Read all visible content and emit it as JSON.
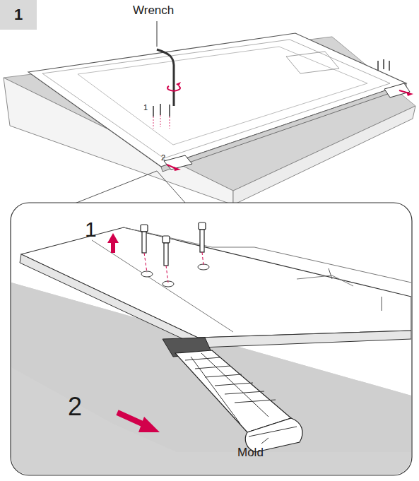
{
  "diagram": {
    "nodes": [
      {
        "text": [
          "1"
        ]
      }
    ],
    "labels": [
      "Wrench",
      "1",
      "2",
      "1",
      "2",
      "Mold"
    ]
  }
}
